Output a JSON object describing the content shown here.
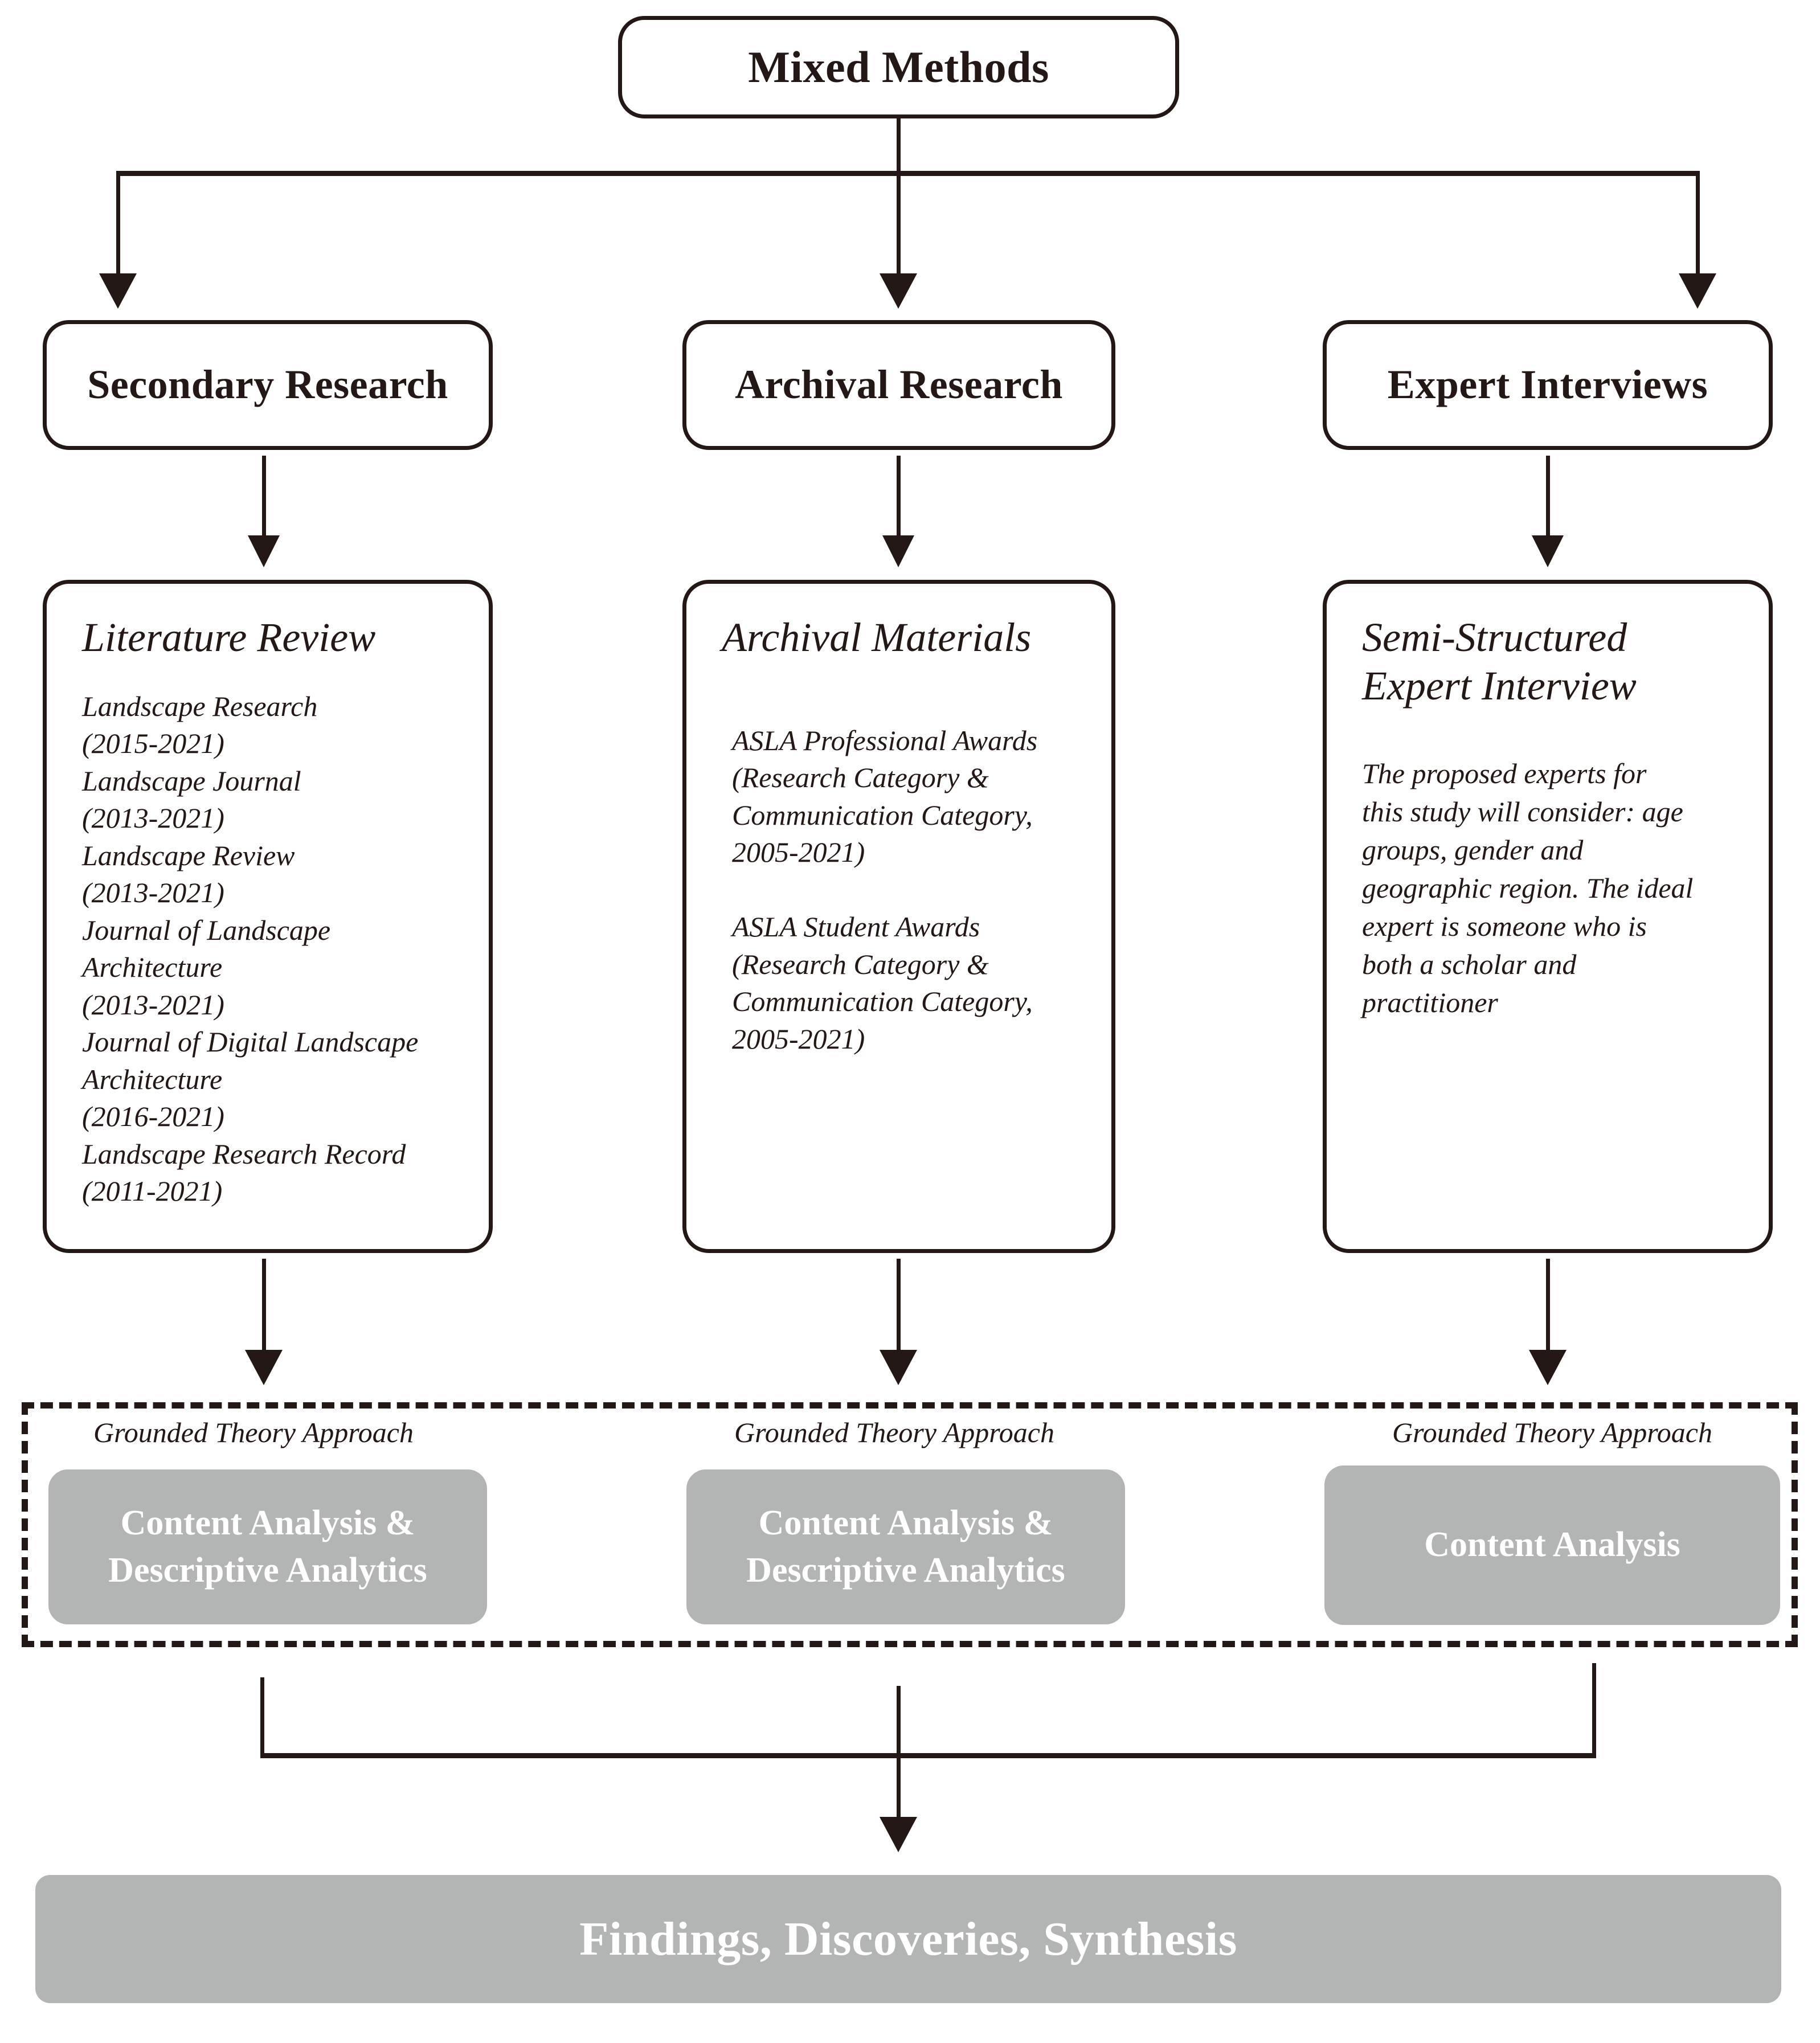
{
  "root": {
    "label": "Mixed Methods"
  },
  "branches": [
    {
      "label": "Secondary Research"
    },
    {
      "label": "Archival Research"
    },
    {
      "label": "Expert Interviews"
    }
  ],
  "cards": [
    {
      "heading": "Literature Review",
      "body": "Landscape Research\n(2015-2021)\nLandscape Journal\n(2013-2021)\nLandscape Review\n(2013-2021)\nJournal of Landscape\nArchitecture\n(2013-2021)\nJournal of Digital Landscape\nArchitecture\n(2016-2021)\nLandscape Research Record\n(2011-2021)"
    },
    {
      "heading": "Archival Materials",
      "body": "ASLA Professional Awards\n(Research Category &\nCommunication Category,\n2005-2021)\n\nASLA Student Awards\n(Research Category &\nCommunication Category,\n2005-2021)"
    },
    {
      "heading": "Semi-Structured\nExpert Interview",
      "body": "The proposed experts for\nthis study will consider: age\ngroups, gender and\ngeographic region. The ideal\nexpert is someone who is\nboth a scholar and\npractitioner"
    }
  ],
  "analysis": {
    "approach_labels": [
      "Grounded Theory Approach",
      "Grounded Theory Approach",
      "Grounded Theory Approach"
    ],
    "methods": [
      "Content Analysis &\nDescriptive Analytics",
      "Content Analysis &\nDescriptive Analytics",
      "Content Analysis"
    ]
  },
  "outcome": {
    "label": "Findings, Discoveries, Synthesis"
  },
  "colors": {
    "ink": "#231815",
    "gray_fill": "#b3b4b4",
    "gray_text": "#ffffff",
    "page": "#ffffff"
  }
}
